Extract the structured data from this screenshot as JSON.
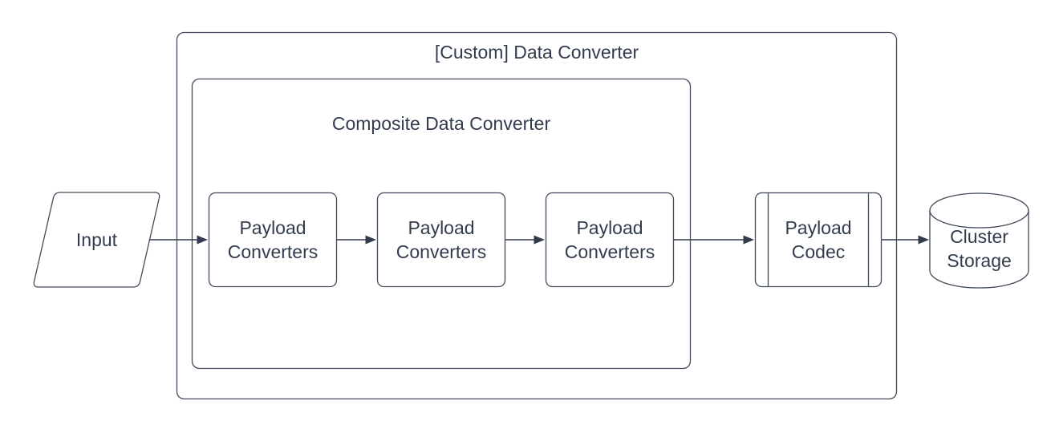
{
  "diagram": {
    "outer_container": {
      "title": "[Custom] Data Converter"
    },
    "composite_container": {
      "title": "Composite Data Converter"
    },
    "nodes": {
      "input": {
        "label": "Input",
        "shape": "parallelogram"
      },
      "payload_converters_1": {
        "label": "Payload Converters",
        "shape": "rounded-rectangle"
      },
      "payload_converters_2": {
        "label": "Payload Converters",
        "shape": "rounded-rectangle"
      },
      "payload_converters_3": {
        "label": "Payload Converters",
        "shape": "rounded-rectangle"
      },
      "payload_codec": {
        "label": "Payload Codec",
        "shape": "predefined-process"
      },
      "cluster_storage": {
        "label": "Cluster Storage",
        "shape": "cylinder"
      }
    },
    "flow": "Input -> Payload Converters -> Payload Converters -> Payload Converters -> Payload Codec -> Cluster Storage",
    "colors": {
      "stroke": "#414b5c",
      "arrow": "#323c4e",
      "text": "#323c4e",
      "background": "#ffffff"
    }
  }
}
